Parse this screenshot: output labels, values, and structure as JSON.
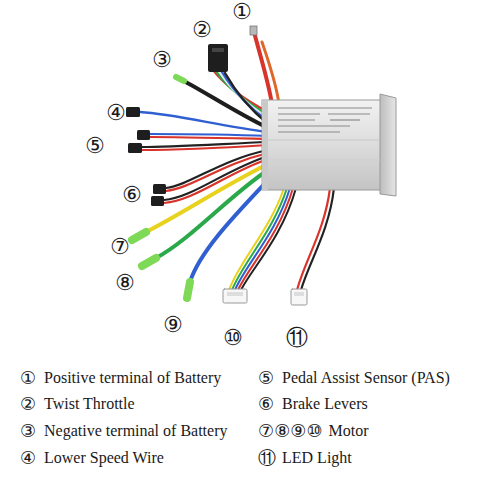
{
  "diagram": {
    "labels": [
      "①",
      "②",
      "③",
      "④",
      "⑤",
      "⑥",
      "⑦",
      "⑧",
      "⑨",
      "⑩",
      "⑪",
      "①",
      "Positive terminal of Battery",
      "⑤",
      "Pedal Assist Sensor (PAS)",
      "②",
      "Twist Throttle",
      "⑥",
      "Brake Levers",
      "③",
      "Negative terminal of Battery",
      "⑦⑧⑨⑩",
      "Motor",
      "④",
      "Lower Speed Wire",
      "⑪",
      "LED Light"
    ]
  }
}
